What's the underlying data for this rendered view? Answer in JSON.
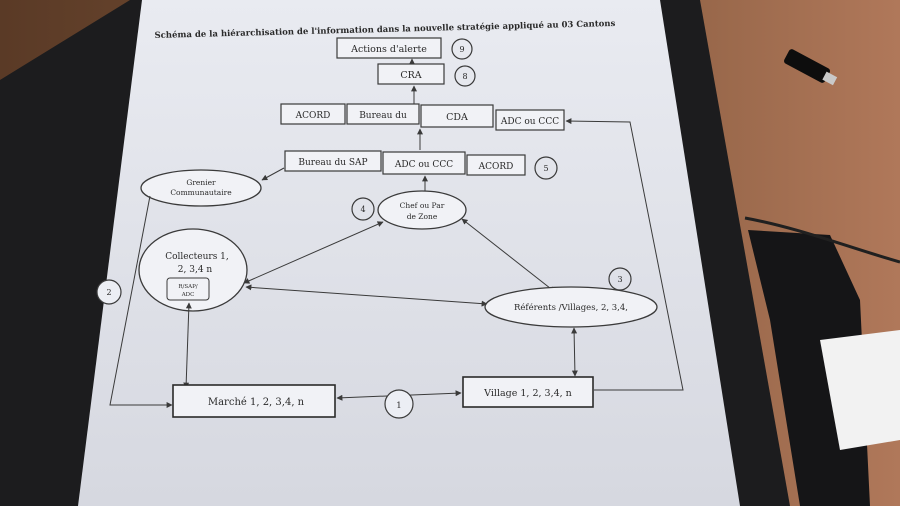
{
  "title": "Schéma de la hiérarchisation de l'information dans la nouvelle stratégie appliqué au 03 Cantons",
  "nodes": {
    "actions_alerte": "Actions d'alerte",
    "cra": "CRA",
    "acord_top": "ACORD",
    "bureau_du": "Bureau du",
    "cda": "CDA",
    "adc_ccc_top": "ADC ou CCC",
    "bureau_sap": "Bureau du SAP",
    "adc_ccc_mid": "ADC ou CCC",
    "acord_mid": "ACORD",
    "grenier_1": "Grenier",
    "grenier_2": "Communautaire",
    "chef_1": "Chef ou Par",
    "chef_2": "de Zone",
    "collecteurs_1": "Collecteurs 1,",
    "collecteurs_2": "2, 3,4 n",
    "rsap_1": "R/SAP/",
    "rsap_2": "ADC",
    "referents": "Référents /Villages, 2, 3,4,",
    "marche": "Marché 1, 2, 3,4, n",
    "village": "Village 1, 2, 3,4, n"
  },
  "numbers": {
    "n9": "9",
    "n8": "8",
    "n5": "5",
    "n4": "4",
    "n3": "3",
    "n2": "2",
    "n1": "1"
  },
  "colors": {
    "desk": "#6b4a34",
    "paper": "#eceef4",
    "ink": "#2a2a2a"
  }
}
